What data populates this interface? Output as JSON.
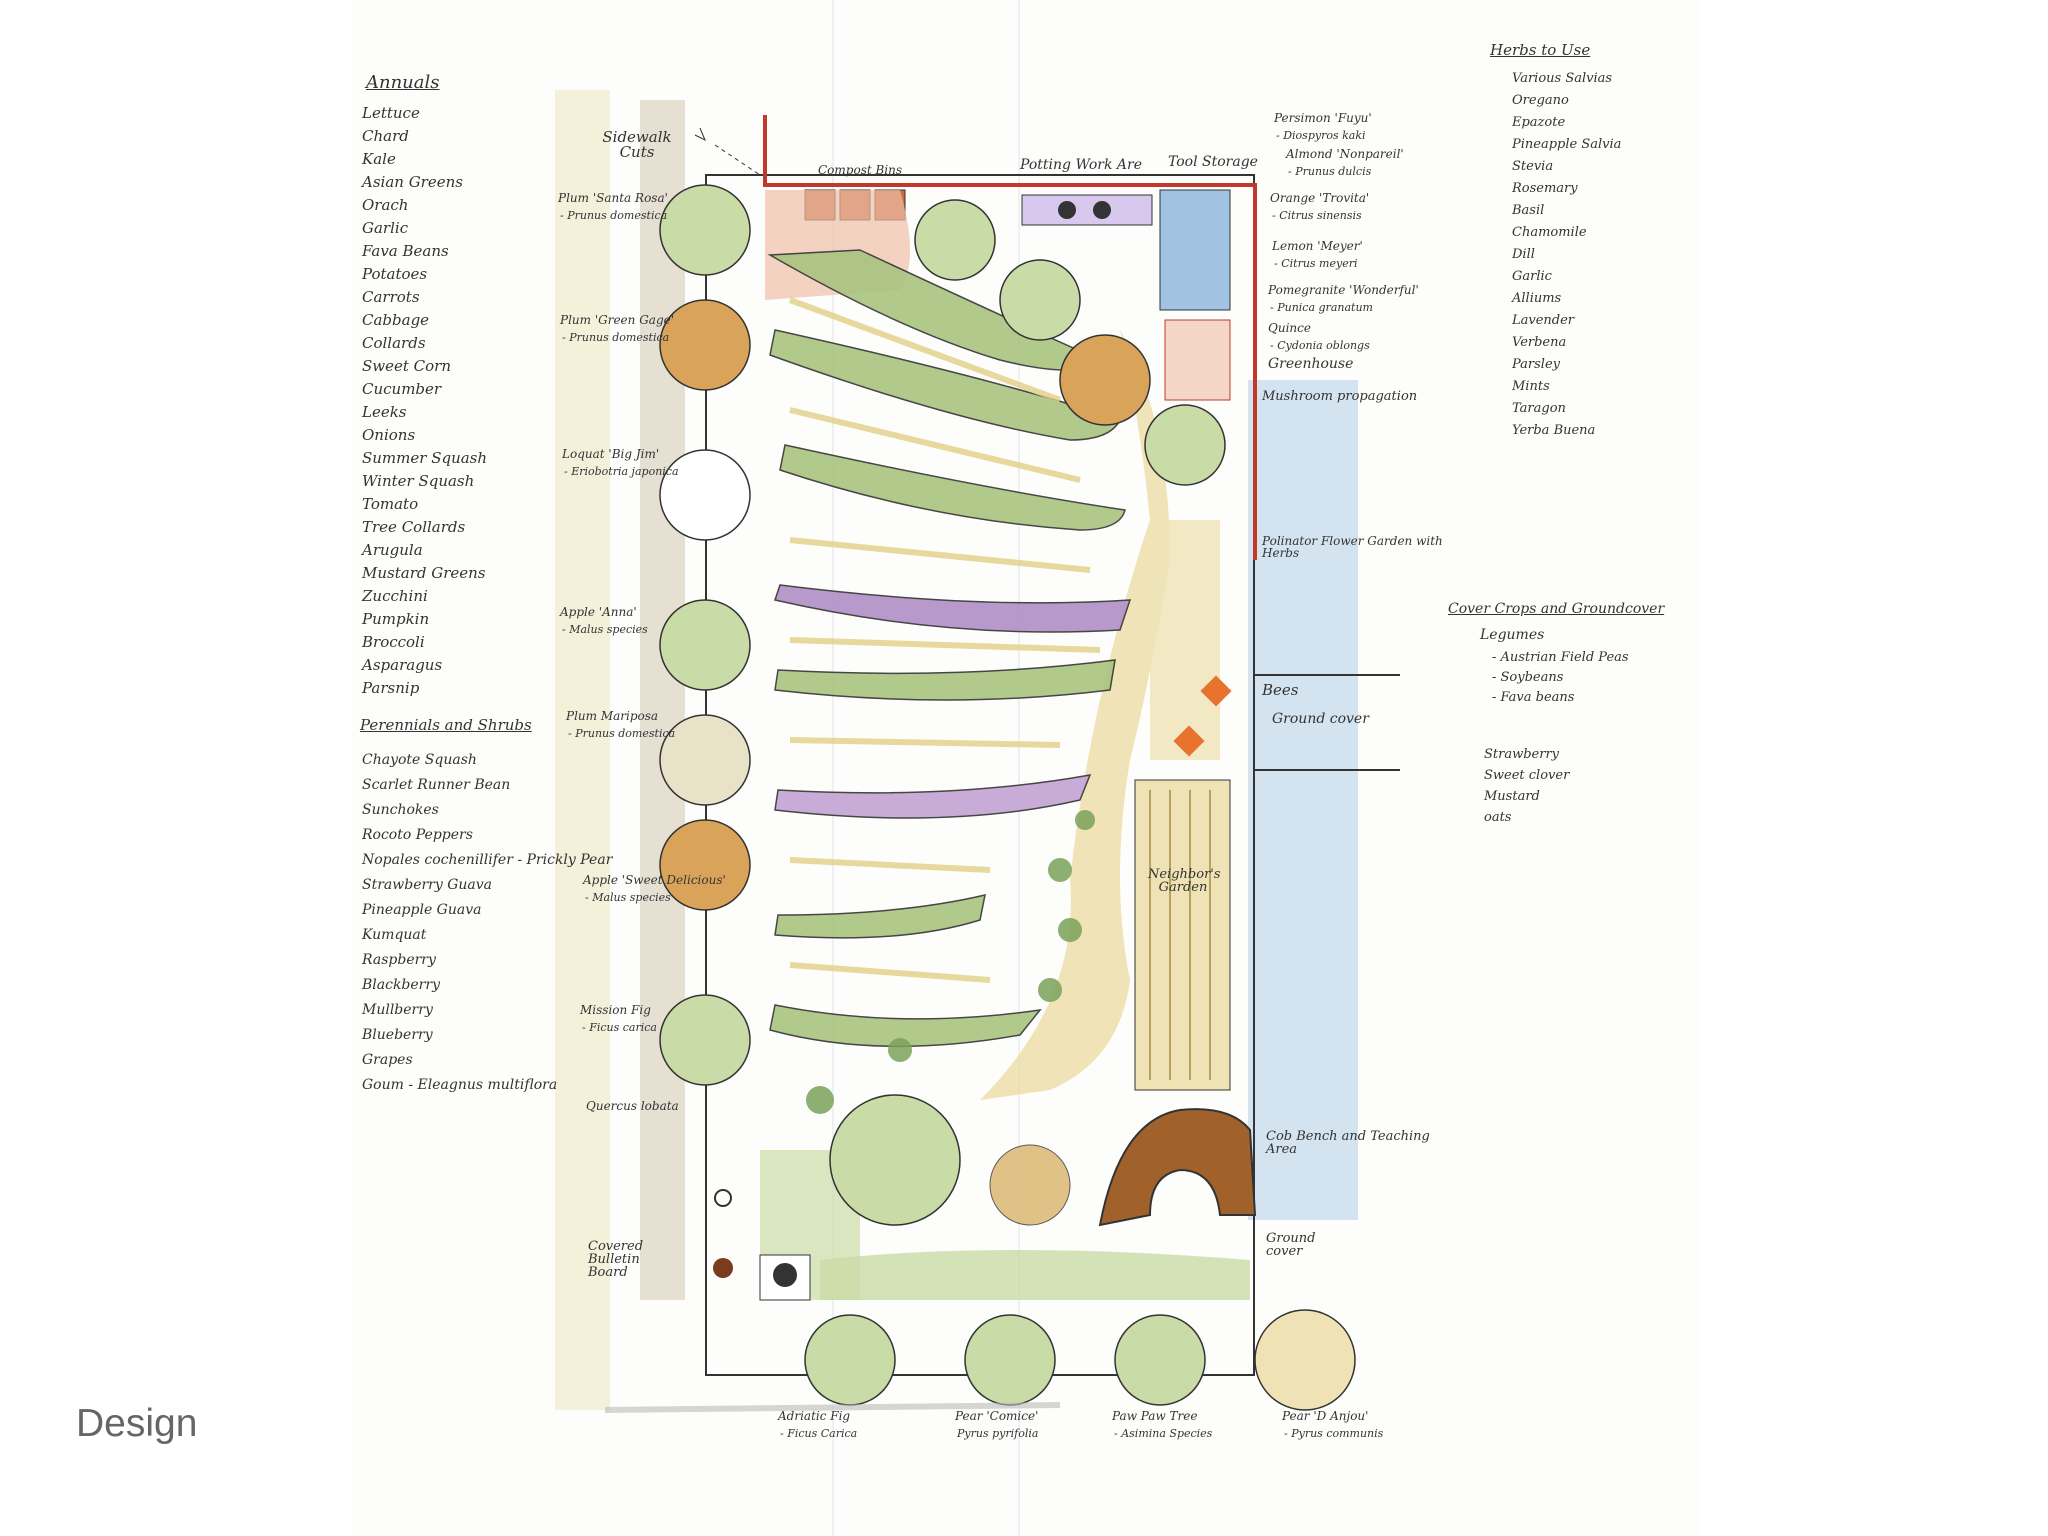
{
  "slide": {
    "title": "Design"
  },
  "annuals": {
    "heading": "Annuals",
    "items": [
      "Lettuce",
      "Chard",
      "Kale",
      "Asian Greens",
      "Orach",
      "Garlic",
      "Fava Beans",
      "Potatoes",
      "Carrots",
      "Cabbage",
      "Collards",
      "Sweet Corn",
      "Cucumber",
      "Leeks",
      "Onions",
      "Summer Squash",
      "Winter Squash",
      "Tomato",
      "Tree Collards",
      "Arugula",
      "Mustard Greens",
      "Zucchini",
      "Pumpkin",
      "Broccoli",
      "Asparagus",
      "Parsnip"
    ]
  },
  "perennials": {
    "heading": "Perennials and Shrubs",
    "items": [
      "Chayote Squash",
      "Scarlet Runner Bean",
      "Sunchokes",
      "Rocoto Peppers",
      "Nopales cochenillifer - Prickly Pear",
      "Strawberry Guava",
      "Pineapple Guava",
      "Kumquat",
      "Raspberry",
      "Blackberry",
      "Mullberry",
      "Blueberry",
      "Grapes",
      "Goum - Eleagnus multiflora"
    ]
  },
  "herbs": {
    "heading": "Herbs to Use",
    "items": [
      "Various Salvias",
      "Oregano",
      "Epazote",
      "Pineapple Salvia",
      "Stevia",
      "Rosemary",
      "Basil",
      "Chamomile",
      "Dill",
      "Garlic",
      "Alliums",
      "Lavender",
      "Verbena",
      "Parsley",
      "Mints",
      "Taragon",
      "Yerba Buena"
    ]
  },
  "cover_crops": {
    "heading": "Cover Crops and Groundcover",
    "legumes_label": "Legumes",
    "legumes": [
      "- Austrian Field Peas",
      "- Soybeans",
      "- Fava beans"
    ],
    "others": [
      "Strawberry",
      "Sweet clover",
      "Mustard",
      "oats"
    ]
  },
  "left_trees": [
    {
      "name": "Plum 'Santa Rosa'",
      "latin": "- Prunus domestica"
    },
    {
      "name": "Plum 'Green Gage'",
      "latin": "- Prunus domestica"
    },
    {
      "name": "Loquat 'Big Jim'",
      "latin": "- Eriobotria japonica"
    },
    {
      "name": "Apple 'Anna'",
      "latin": "- Malus species"
    },
    {
      "name": "Plum Mariposa",
      "latin": "- Prunus domestica"
    },
    {
      "name": "Apple 'Sweet Delicious'",
      "latin": "- Malus species"
    },
    {
      "name": "Mission Fig",
      "latin": "- Ficus carica"
    }
  ],
  "right_trees": [
    {
      "name": "Persimon 'Fuyu'",
      "latin": "- Diospyros kaki"
    },
    {
      "name": "Almond 'Nonpareil'",
      "latin": "- Prunus dulcis"
    },
    {
      "name": "Orange 'Trovita'",
      "latin": "- Citrus sinensis"
    },
    {
      "name": "Lemon 'Meyer'",
      "latin": "- Citrus meyeri"
    },
    {
      "name": "Pomegranite 'Wonderful'",
      "latin": "- Punica granatum"
    },
    {
      "name": "Quince",
      "latin": "- Cydonia oblongs"
    }
  ],
  "bottom_trees": [
    {
      "name": "Adriatic Fig",
      "latin": "- Ficus Carica"
    },
    {
      "name": "Pear 'Comice'",
      "latin": "Pyrus pyrifolia"
    },
    {
      "name": "Paw Paw Tree",
      "latin": "- Asimina Species"
    },
    {
      "name": "Pear 'D Anjou'",
      "latin": "- Pyrus communis"
    }
  ],
  "labels": {
    "sidewalk_cuts": "Sidewalk Cuts",
    "compost_bins": "Compost Bins",
    "potting_work_area": "Potting Work Are",
    "tool_storage": "Tool Storage",
    "greenhouse": "Greenhouse",
    "mushroom": "Mushroom propagation",
    "pollinator": "Polinator Flower Garden with Herbs",
    "bees": "Bees",
    "ground_cover_1": "Ground cover",
    "neighbors_garden": "Neighbor's Garden",
    "cob_bench": "Cob Bench and Teaching Area",
    "ground_cover_2": "Ground cover",
    "quercus": "Quercus lobata",
    "bulletin_board": "Covered Bulletin Board"
  },
  "colors": {
    "wall": "#c0392b",
    "water": "#9fc3e0",
    "bed_green": "#7aa25a",
    "path_tan": "#e8d79a",
    "flower_purple": "#7b4fa0",
    "cob": "#a0622a"
  }
}
